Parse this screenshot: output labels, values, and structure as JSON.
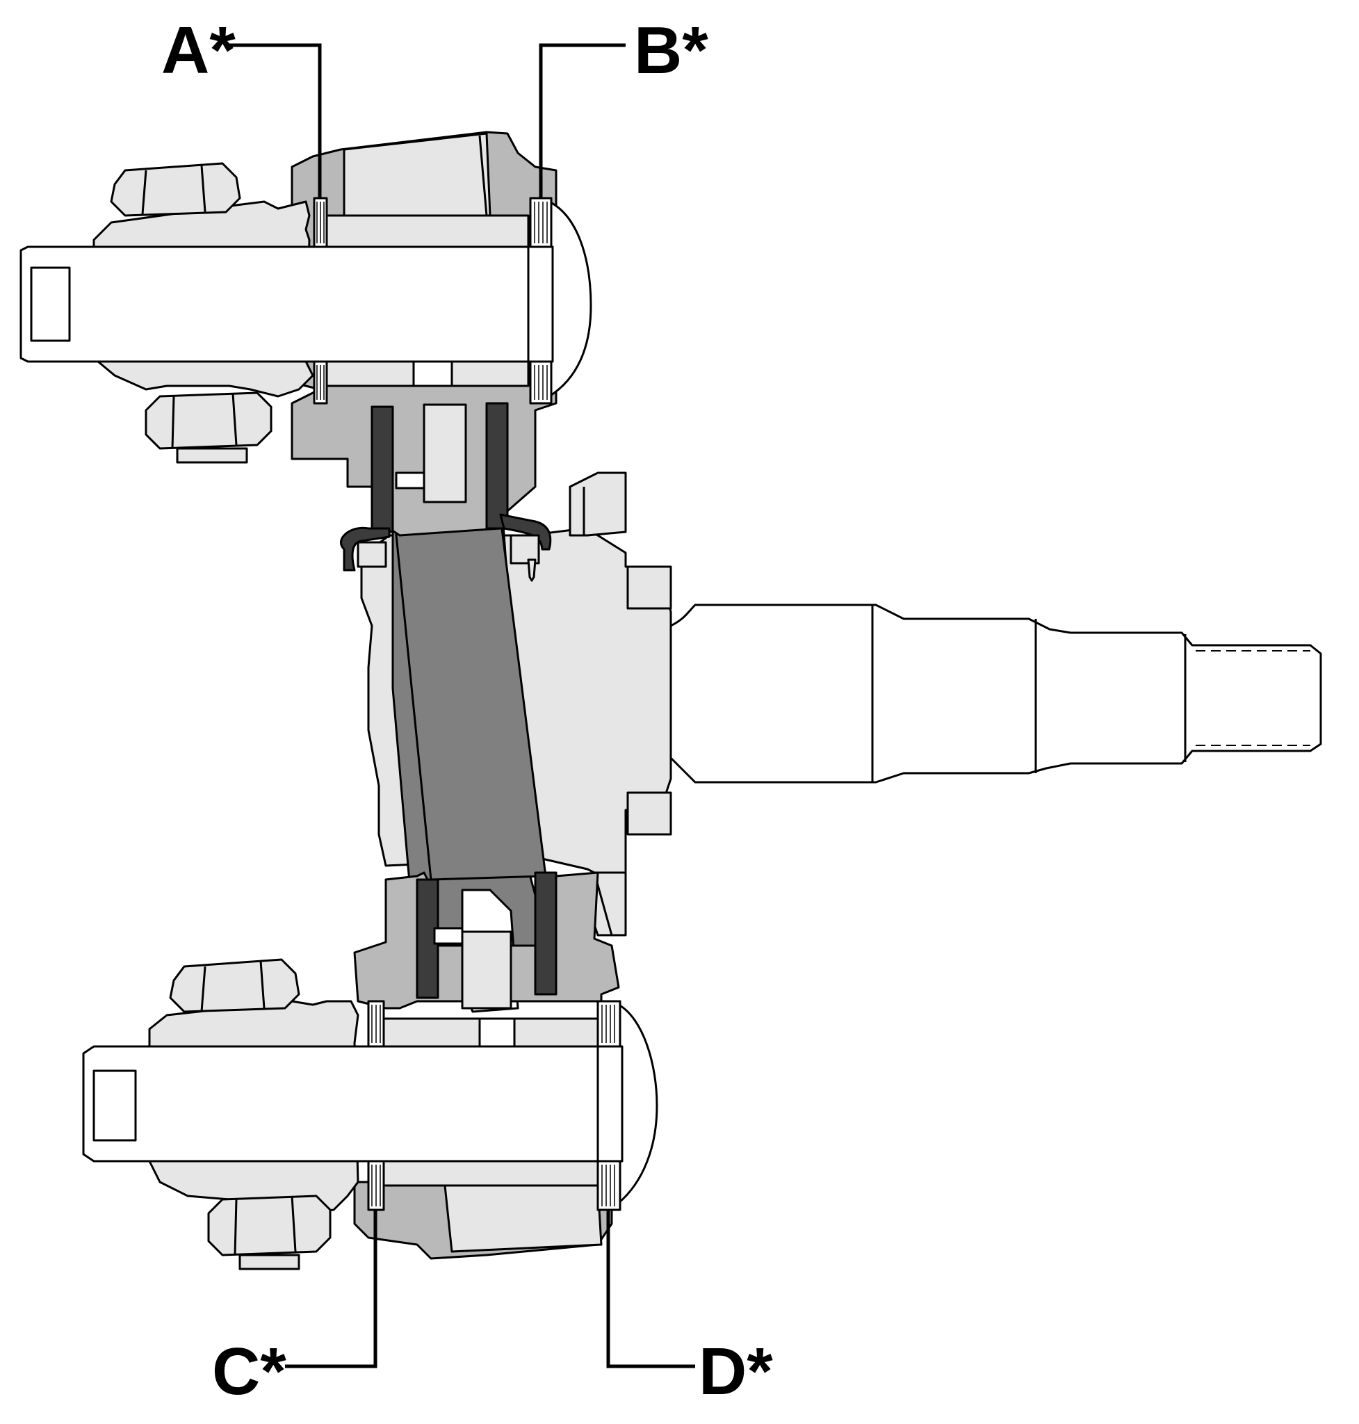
{
  "diagram": {
    "callouts": [
      {
        "id": "A",
        "label": "A*"
      },
      {
        "id": "B",
        "label": "B*"
      },
      {
        "id": "C",
        "label": "C*"
      },
      {
        "id": "D",
        "label": "D*"
      }
    ]
  },
  "colors": {
    "light_part": "#e6e6e6",
    "mid_part": "#b9b9b9",
    "dark_part": "#808080",
    "black_part": "#3c3c3c",
    "outline": "#000000",
    "background": "#ffffff"
  }
}
